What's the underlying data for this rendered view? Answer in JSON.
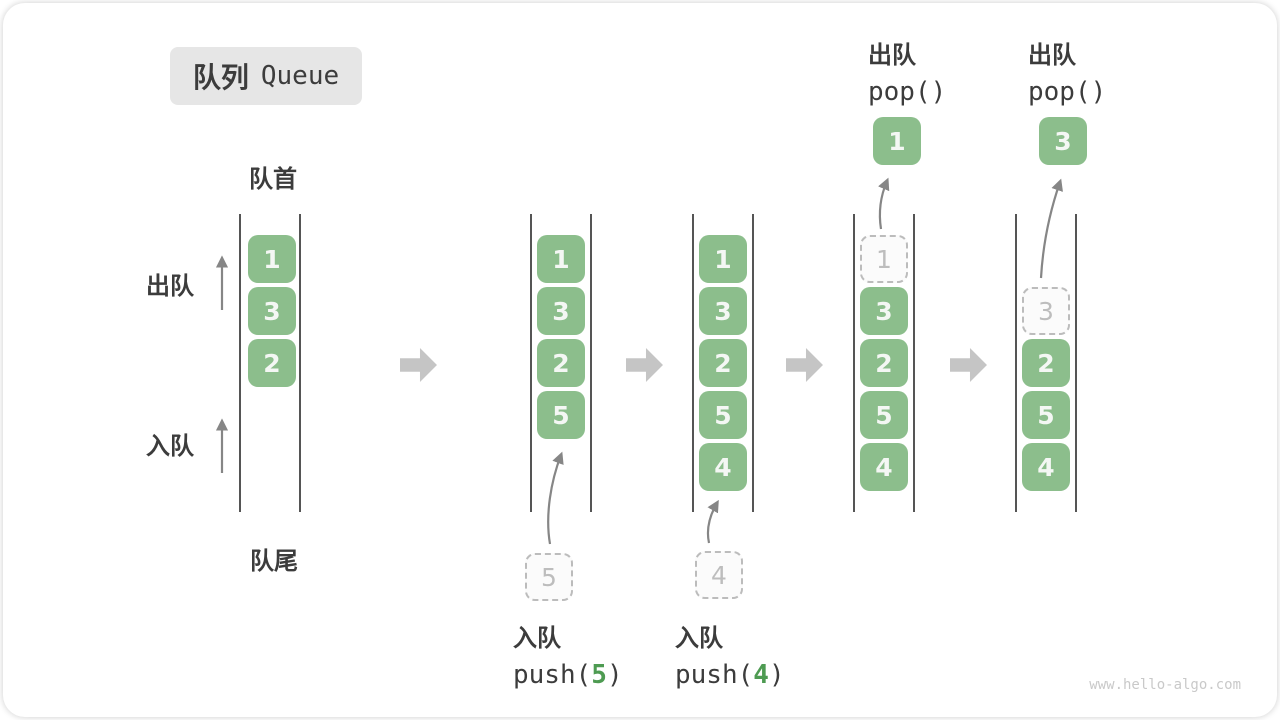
{
  "title": {
    "zh": "队列",
    "en": "Queue"
  },
  "side_labels": {
    "front": "队首",
    "rear": "队尾",
    "dequeue": "出队",
    "enqueue": "入队"
  },
  "states": [
    {
      "values": [
        "1",
        "3",
        "2"
      ]
    },
    {
      "values": [
        "1",
        "3",
        "2",
        "5"
      ]
    },
    {
      "values": [
        "1",
        "3",
        "2",
        "5",
        "4"
      ]
    },
    {
      "values": [
        "1",
        "3",
        "2",
        "5",
        "4"
      ],
      "popped_slot": 0
    },
    {
      "values": [
        "3",
        "2",
        "5",
        "4"
      ],
      "popped_slot": 0
    }
  ],
  "operations": {
    "enqueue5": {
      "label": "入队",
      "code_pre": "push(",
      "arg": "5",
      "code_post": ")",
      "staged_value": "5"
    },
    "enqueue4": {
      "label": "入队",
      "code_pre": "push(",
      "arg": "4",
      "code_post": ")",
      "staged_value": "4"
    },
    "pop1": {
      "label": "出队",
      "code": "pop()",
      "popped_value": "1"
    },
    "pop2": {
      "label": "出队",
      "code": "pop()",
      "popped_value": "3"
    }
  },
  "colors": {
    "cell_green": "#8cbe8c",
    "code_accent_green": "#4e9b52",
    "block_arrow_gray": "#c5c5c5",
    "line_gray": "#555555",
    "text_dark": "#3c3c3c",
    "dashed_gray": "#bcbcbc",
    "title_bg": "#e6e6e6"
  },
  "watermark": "www.hello-algo.com"
}
